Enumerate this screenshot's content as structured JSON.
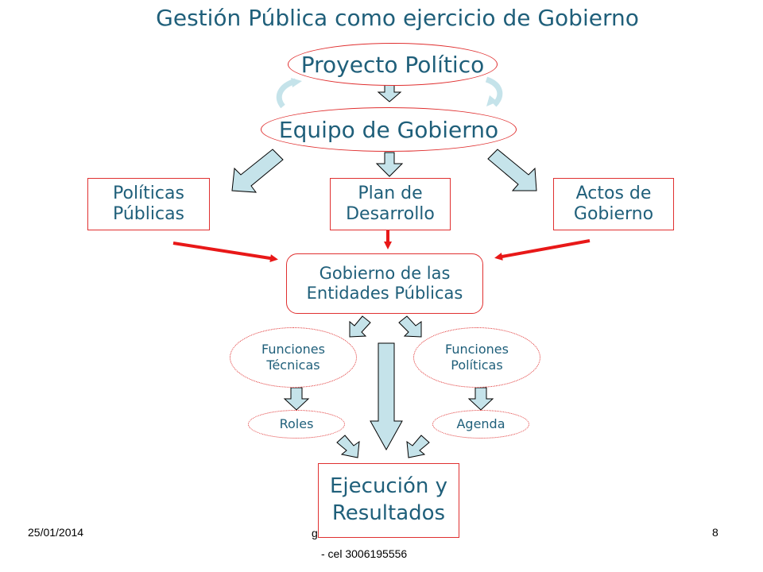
{
  "title": "Gestión Pública como ejercicio de Gobierno",
  "nodes": {
    "proyecto": "Proyecto Político",
    "equipo": "Equipo de Gobierno",
    "politicas": [
      "Políticas",
      "Públicas"
    ],
    "plan": [
      "Plan de",
      "Desarrollo"
    ],
    "actos": [
      "Actos de",
      "Gobierno"
    ],
    "gobierno_entidades": [
      "Gobierno de las",
      "Entidades Públicas"
    ],
    "funciones_tecnicas": [
      "Funciones",
      "Técnicas"
    ],
    "funciones_politicas": [
      "Funciones",
      "Políticas"
    ],
    "roles": "Roles",
    "agenda": "Agenda",
    "ejecucion": [
      "Ejecución y",
      "Resultados"
    ]
  },
  "footer": {
    "date": "25/01/2014",
    "center_partial": "g",
    "center_line2": "- cel 3006195556",
    "page_number": "8"
  },
  "colors": {
    "text": "#1f5f7a",
    "border_red": "#e03030",
    "arrow_fill": "#c5e3ea",
    "arrow_red": "#e81818"
  }
}
